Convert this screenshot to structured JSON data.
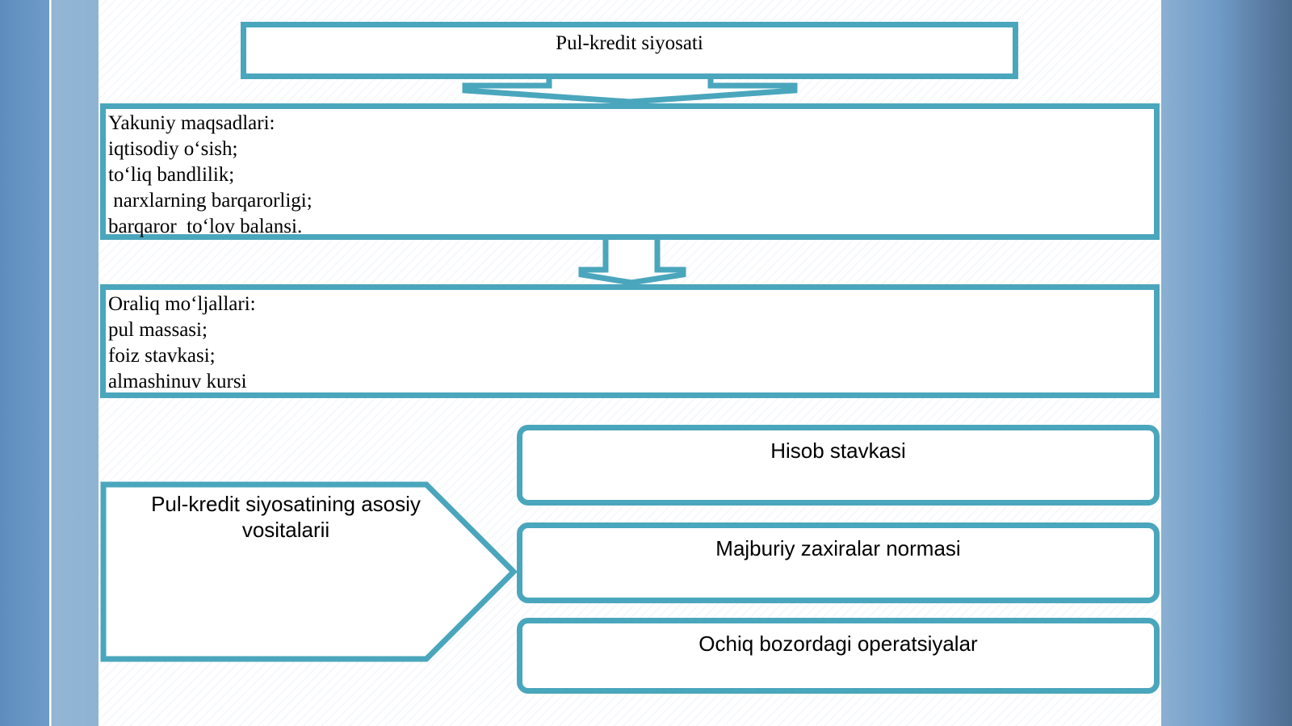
{
  "diagram": {
    "title": "Pul-kredit siyosati",
    "final_goals": {
      "lines": [
        "Yakuniy maqsadlari:",
        "iqtisodiy o‘sish;",
        "to‘liq bandlilik;",
        " narxlarning barqarorligi;",
        "barqaror  to‘lov balansi."
      ]
    },
    "intermediate_targets": {
      "lines": [
        "Oraliq mo‘ljallari:",
        "pul massasi;",
        "foiz stavkasi;",
        "almashinuv kursi"
      ]
    },
    "instruments": {
      "label": "Pul-kredit siyosatining asosiy vositalarii",
      "items": [
        "Hisob stavkasi",
        "Majburiy zaxiralar normasi",
        "Ochiq bozordagi operatsiyalar"
      ]
    }
  },
  "colors": {
    "border": "#4aa6bc",
    "background_left": "#6e9bc8",
    "background_right": "#5c7fa6"
  }
}
